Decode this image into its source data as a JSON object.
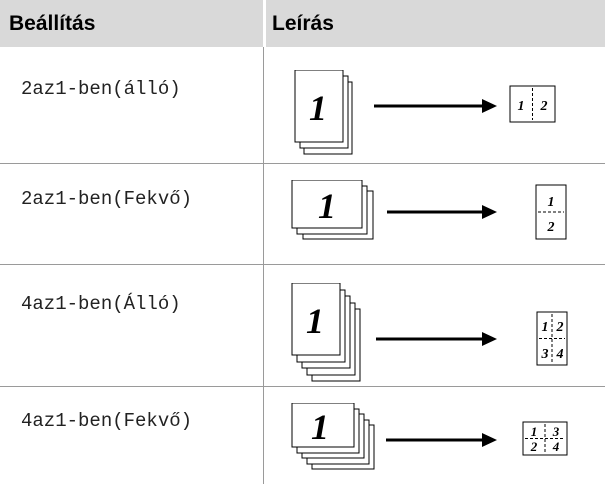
{
  "header": {
    "col_setting": "Beállítás",
    "col_description": "Leírás"
  },
  "rows": [
    {
      "setting": "2az1-ben(álló)",
      "source_digit": "1",
      "result_digits": [
        "1",
        "2"
      ]
    },
    {
      "setting": "2az1-ben(Fekvő)",
      "source_digit": "1",
      "result_digits": [
        "1",
        "2"
      ]
    },
    {
      "setting": "4az1-ben(Álló)",
      "source_digit": "1",
      "result_digits": [
        "1",
        "2",
        "3",
        "4"
      ]
    },
    {
      "setting": "4az1-ben(Fekvő)",
      "source_digit": "1",
      "result_digits": [
        "1",
        "3",
        "2",
        "4"
      ]
    }
  ]
}
